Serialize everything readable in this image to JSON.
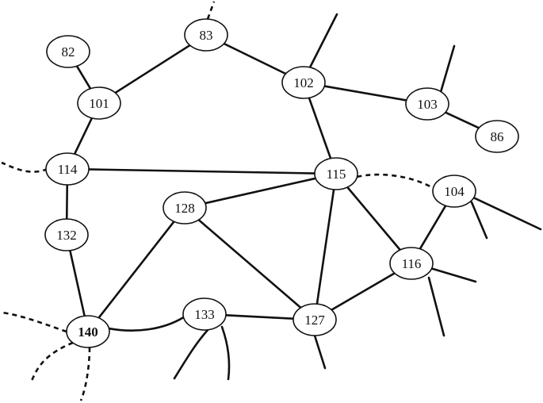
{
  "diagram": {
    "type": "network-graph",
    "nodes": [
      {
        "id": "82",
        "label": "82"
      },
      {
        "id": "83",
        "label": "83"
      },
      {
        "id": "101",
        "label": "101"
      },
      {
        "id": "102",
        "label": "102"
      },
      {
        "id": "103",
        "label": "103"
      },
      {
        "id": "86",
        "label": "86"
      },
      {
        "id": "114",
        "label": "114"
      },
      {
        "id": "115",
        "label": "115"
      },
      {
        "id": "104",
        "label": "104"
      },
      {
        "id": "128",
        "label": "128"
      },
      {
        "id": "132",
        "label": "132"
      },
      {
        "id": "116",
        "label": "116"
      },
      {
        "id": "140",
        "label": "140",
        "emphasis": "bold"
      },
      {
        "id": "133",
        "label": "133"
      },
      {
        "id": "127",
        "label": "127"
      }
    ],
    "edges": [
      {
        "from": "82",
        "to": "101",
        "style": "solid"
      },
      {
        "from": "101",
        "to": "83",
        "style": "solid"
      },
      {
        "from": "101",
        "to": "114",
        "style": "solid"
      },
      {
        "from": "83",
        "to": "102",
        "style": "solid"
      },
      {
        "from": "102",
        "to": "103",
        "style": "solid"
      },
      {
        "from": "102",
        "to": "115",
        "style": "solid"
      },
      {
        "from": "103",
        "to": "86",
        "style": "solid"
      },
      {
        "from": "114",
        "to": "115",
        "style": "solid"
      },
      {
        "from": "114",
        "to": "132",
        "style": "solid"
      },
      {
        "from": "132",
        "to": "140",
        "style": "solid"
      },
      {
        "from": "115",
        "to": "128",
        "style": "solid"
      },
      {
        "from": "115",
        "to": "127",
        "style": "solid"
      },
      {
        "from": "115",
        "to": "116",
        "style": "solid"
      },
      {
        "from": "115",
        "to": "104",
        "style": "dashed"
      },
      {
        "from": "104",
        "to": "116",
        "style": "solid"
      },
      {
        "from": "128",
        "to": "140",
        "style": "solid"
      },
      {
        "from": "128",
        "to": "127",
        "style": "solid"
      },
      {
        "from": "140",
        "to": "133",
        "style": "solid"
      },
      {
        "from": "133",
        "to": "127",
        "style": "solid"
      },
      {
        "from": "127",
        "to": "116",
        "style": "solid"
      }
    ],
    "stubs": [
      {
        "from": "83",
        "style": "dashed"
      },
      {
        "from": "102",
        "style": "solid"
      },
      {
        "from": "103",
        "style": "solid"
      },
      {
        "from": "114",
        "style": "dashed"
      },
      {
        "from": "104",
        "style": "solid"
      },
      {
        "from": "104",
        "style": "solid"
      },
      {
        "from": "116",
        "style": "solid"
      },
      {
        "from": "116",
        "style": "solid"
      },
      {
        "from": "127",
        "style": "solid"
      },
      {
        "from": "133",
        "style": "solid"
      },
      {
        "from": "133",
        "style": "solid"
      },
      {
        "from": "140",
        "style": "dashed"
      },
      {
        "from": "140",
        "style": "dashed"
      },
      {
        "from": "140",
        "style": "dashed"
      }
    ]
  }
}
